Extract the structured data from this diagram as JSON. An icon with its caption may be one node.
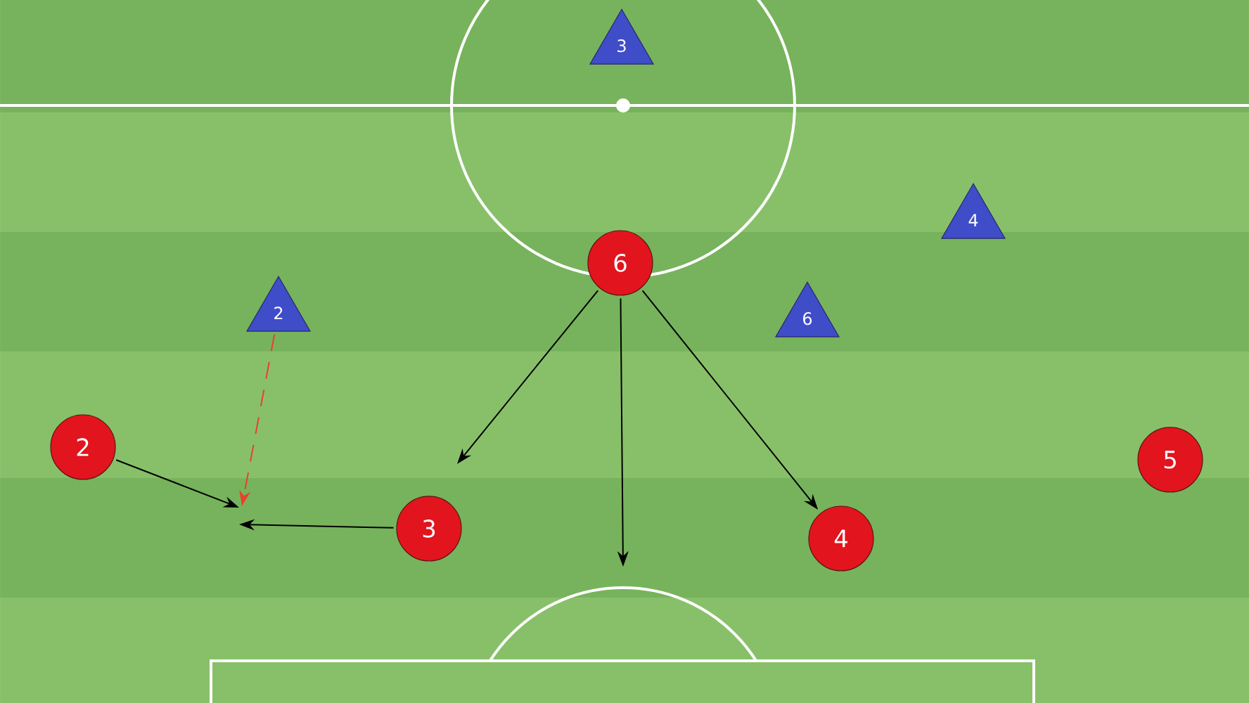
{
  "diagram": {
    "nodes": [
      {
        "text": [
          "3"
        ]
      },
      {
        "text": [
          "4"
        ]
      },
      {
        "text": [
          "6"
        ]
      },
      {
        "text": [
          "2"
        ]
      },
      {
        "text": [
          "6"
        ]
      },
      {
        "text": [
          "2"
        ]
      },
      {
        "text": [
          "5"
        ]
      },
      {
        "text": [
          "3"
        ]
      },
      {
        "text": [
          "4"
        ]
      }
    ],
    "edges": [
      {
        "from": 2,
        "to": null,
        "arrow": "to"
      },
      {
        "from": 2,
        "to": null,
        "arrow": "to"
      },
      {
        "from": 2,
        "to": 8,
        "arrow": "to"
      },
      {
        "from": 5,
        "to": null,
        "arrow": "to"
      },
      {
        "from": 7,
        "to": null,
        "arrow": "to"
      },
      {
        "from": 3,
        "to": null,
        "arrow": "to",
        "style": "dashed",
        "color": "#e8412c"
      }
    ]
  }
}
